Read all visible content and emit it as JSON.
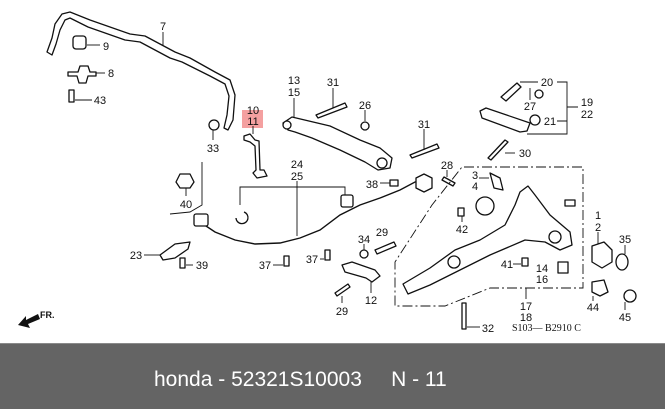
{
  "diagram": {
    "callouts": [
      "7",
      "9",
      "8",
      "43",
      "13",
      "15",
      "10",
      "11",
      "33",
      "24",
      "25",
      "40",
      "23",
      "39",
      "37",
      "37",
      "31",
      "26",
      "31",
      "20",
      "27",
      "19",
      "22",
      "21",
      "30",
      "28",
      "38",
      "3",
      "4",
      "42",
      "34",
      "29",
      "12",
      "29",
      "41",
      "14",
      "16",
      "1",
      "2",
      "35",
      "44",
      "45",
      "17",
      "18",
      "32"
    ],
    "highlighted_part": "11",
    "highlight_color": "#f4a0a0",
    "direction_label": "FR.",
    "drawing_code": "S103— B2910 C"
  },
  "footer": {
    "brand": "honda",
    "separator": "-",
    "part_number": "52321S10003",
    "position_label": "N - 11"
  }
}
